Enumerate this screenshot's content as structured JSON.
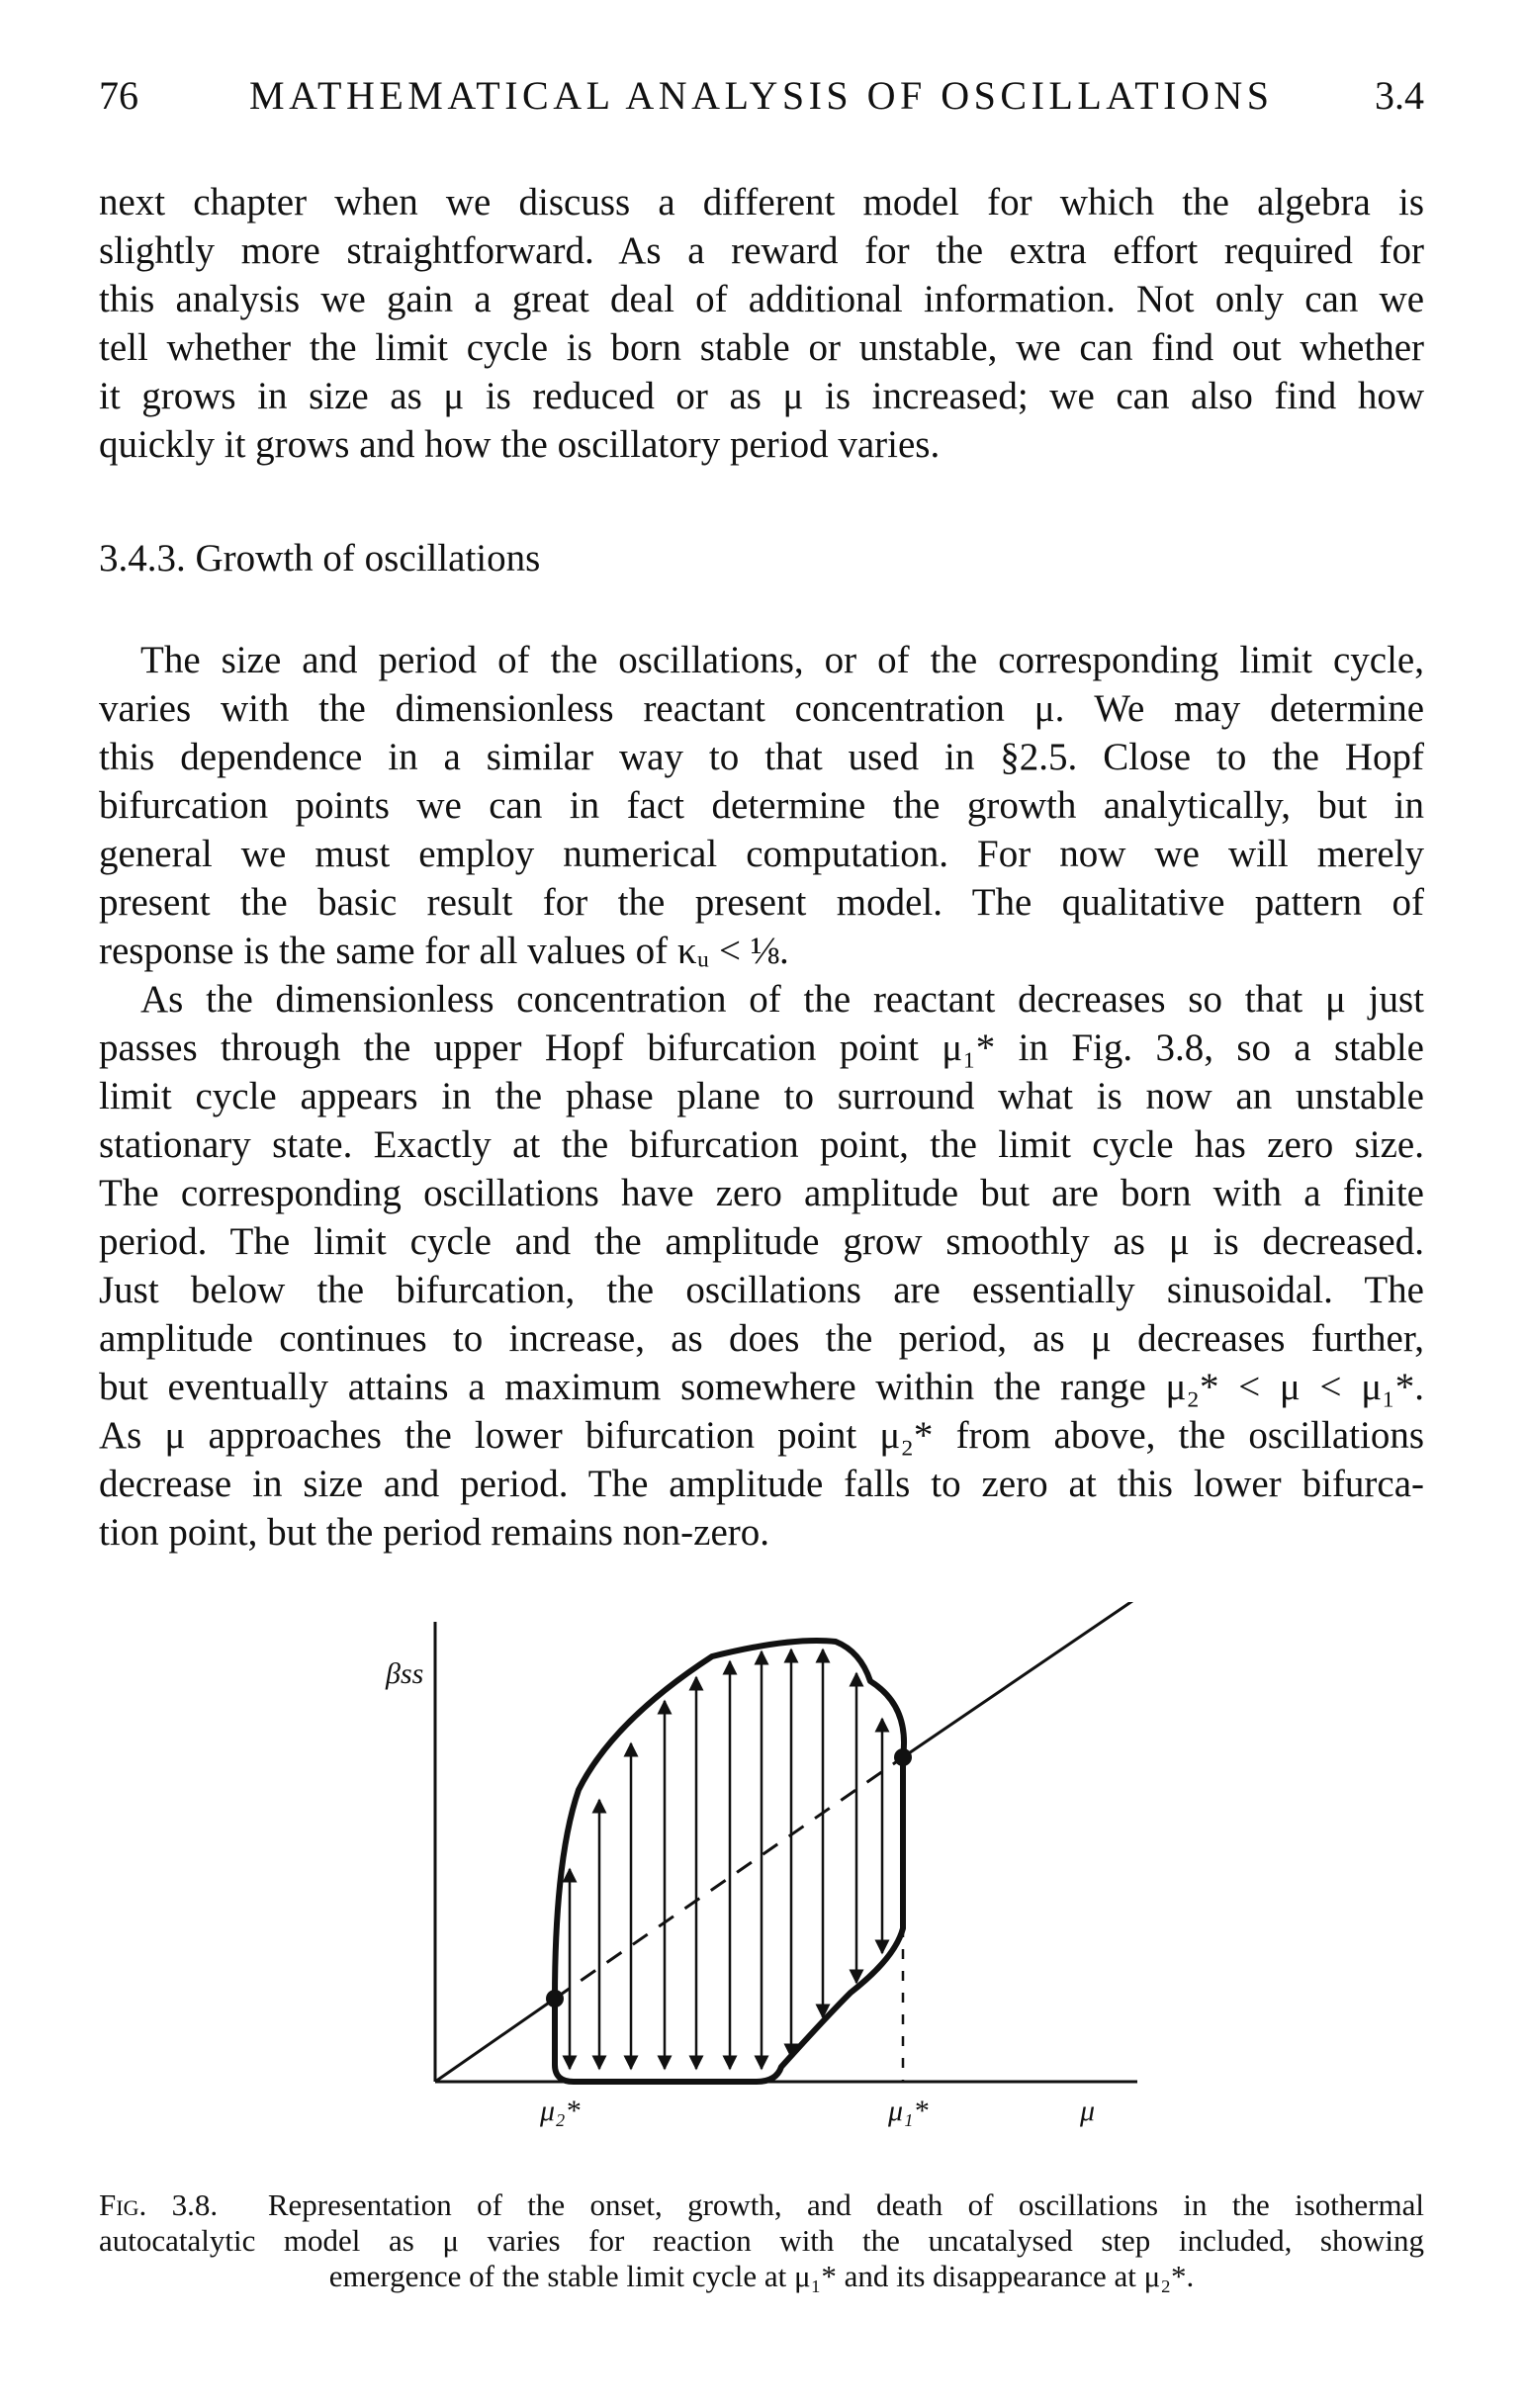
{
  "header": {
    "page_number": "76",
    "running_title": "MATHEMATICAL ANALYSIS OF OSCILLATIONS",
    "section_number": "3.4"
  },
  "paragraph_1": {
    "lines": [
      "next chapter when we discuss a different model for which the algebra is",
      "slightly more straightforward. As a reward for the extra effort required for",
      "this analysis we gain a great deal of additional information. Not only can we",
      "tell whether the limit cycle is born stable or unstable, we can find out whether",
      "it grows in size as μ is reduced or as μ is increased; we can also find how",
      "quickly it grows and how the oscillatory period varies."
    ]
  },
  "section_heading": "3.4.3. Growth of oscillations",
  "paragraph_2": {
    "lines": [
      "The size and period of the oscillations, or of the corresponding limit cycle,",
      "varies with the dimensionless reactant concentration μ. We may determine",
      "this dependence in a similar way to that used in §2.5. Close to the Hopf",
      "bifurcation points we can in fact determine the growth analytically, but in",
      "general we must employ numerical computation. For now we will merely",
      "present the basic result for the present model. The qualitative pattern of",
      "response is the same for all values of κᵤ < ⅛."
    ]
  },
  "paragraph_3": {
    "lines": [
      "As the dimensionless concentration of the reactant decreases so that μ just",
      "passes through the upper Hopf bifurcation point μ₁* in Fig. 3.8, so a stable",
      "limit cycle appears in the phase plane to surround what is now an unstable",
      "stationary state. Exactly at the bifurcation point, the limit cycle has zero size.",
      "The corresponding oscillations have zero amplitude but are born with a finite",
      "period. The limit cycle and the amplitude grow smoothly as μ is decreased.",
      "Just below the bifurcation, the oscillations are essentially sinusoidal. The",
      "amplitude continues to increase, as does the period, as μ decreases further,",
      "but eventually attains a maximum somewhere within the range μ₂* < μ < μ₁*.",
      "As μ approaches the lower bifurcation point μ₂* from above, the oscillations",
      "decrease in size and period. The amplitude falls to zero at this lower bifurca-",
      "tion point, but the period remains non-zero."
    ]
  },
  "figure": {
    "y_axis_label": "βss",
    "x_axis_label": "μ",
    "tick_mu2": "μ₂*",
    "tick_mu1": "μ₁*"
  },
  "caption": {
    "fig_label": "Fig. 3.8.",
    "lines": [
      "Representation of the onset, growth, and death of oscillations in the isothermal",
      "autocatalytic model as μ varies for reaction with the uncatalysed step included, showing",
      "emergence of the stable limit cycle at μ₁* and its disappearance at μ₂*."
    ]
  },
  "colors": {
    "ink": "#111111",
    "paper": "#ffffff"
  }
}
